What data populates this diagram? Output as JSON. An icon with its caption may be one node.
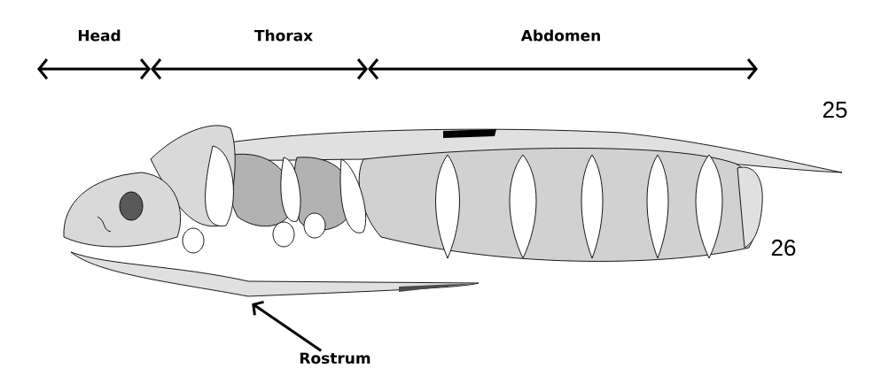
{
  "diagram": {
    "nodes": [
      {
        "text": [
          "Rostrum"
        ]
      },
      {
        "text": [],
        "shape": "picture"
      }
    ],
    "edges": [
      {
        "from": 0,
        "to": 1,
        "arrow": "to"
      }
    ],
    "labels": [
      "Head",
      "Thorax",
      "Abdomen",
      "25",
      "26"
    ]
  }
}
